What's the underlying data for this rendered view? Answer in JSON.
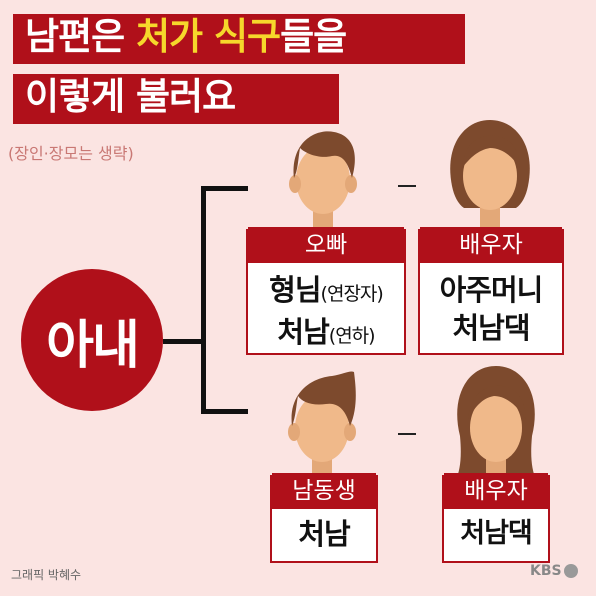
{
  "title": {
    "line1_a": "남편은 ",
    "line1_b": "처가 식구",
    "line1_c": "들을",
    "line2": "이렇게 불러요",
    "highlight_color": "#f6d72b",
    "bar_color": "#b0101a"
  },
  "subtitle": "(장인·장모는 생략)",
  "wife_label": "아내",
  "cards": [
    {
      "header": "오빠",
      "line1": "형님",
      "line1_note": "(연장자)",
      "line2": "처남",
      "line2_note": "(연하)"
    },
    {
      "header": "배우자",
      "line1": "아주머니",
      "line2": "처남댁"
    },
    {
      "header": "남동생",
      "line1": "처남"
    },
    {
      "header": "배우자",
      "line1": "처남댁"
    }
  ],
  "connector": "–",
  "footer": {
    "credit": "그래픽 박혜수",
    "brand": "KBS"
  },
  "icons": [
    "male-head-icon",
    "female-head-icon",
    "female-long-hair-icon"
  ]
}
